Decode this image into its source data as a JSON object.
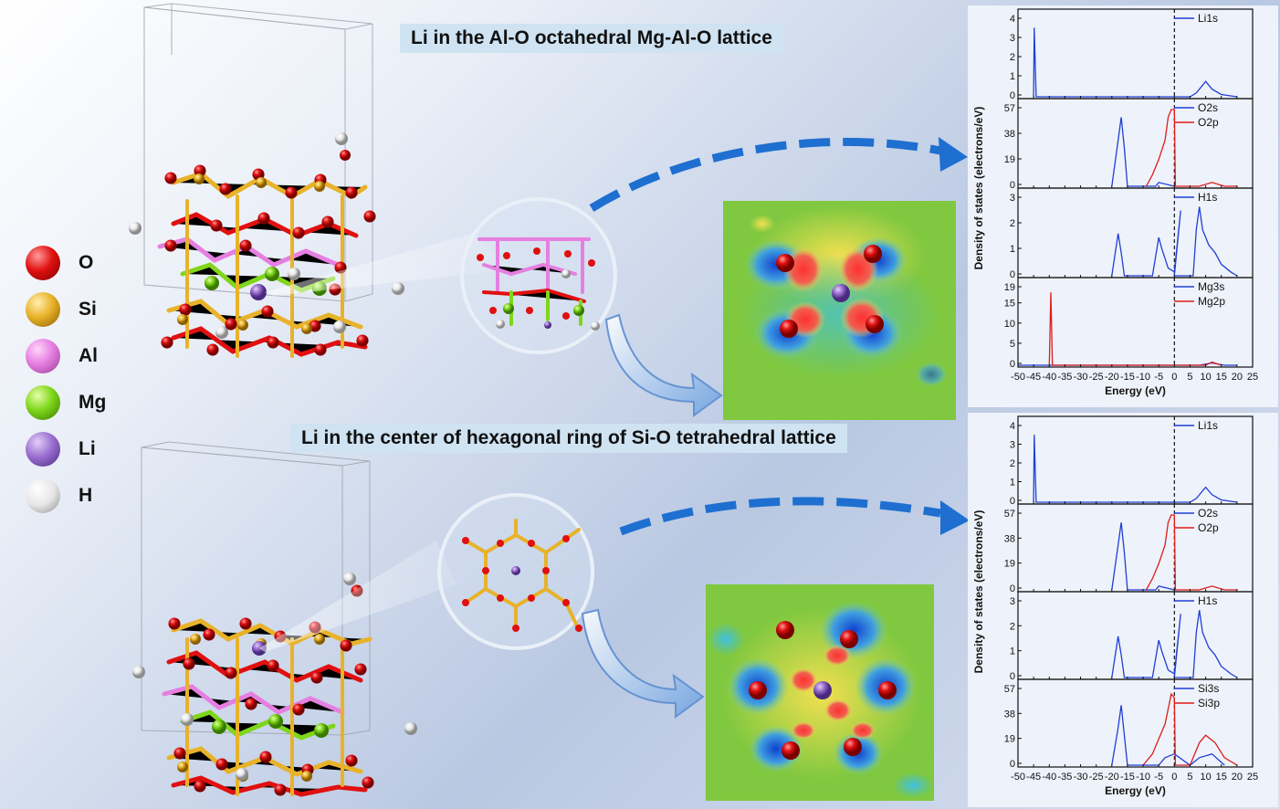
{
  "titles": {
    "top": "Li in the Al-O octahedral Mg-Al-O lattice",
    "bottom": "Li in the center of hexagonal ring of Si-O tetrahedral lattice"
  },
  "legend": [
    {
      "label": "O",
      "color": "#e01010"
    },
    {
      "label": "Si",
      "color": "#e8b22a"
    },
    {
      "label": "Al",
      "color": "#e57fe0"
    },
    {
      "label": "Mg",
      "color": "#7fd61a"
    },
    {
      "label": "Li",
      "color": "#9b6fd0"
    },
    {
      "label": "H",
      "color": "#f2f2f2"
    }
  ],
  "dos_axes": {
    "xlabel": "Energy (eV)",
    "ylabel": "Density of states (electrons/eV)",
    "xticks": [
      "-50",
      "-45",
      "-40",
      "-35",
      "-30",
      "-25",
      "-20",
      "-15",
      "-10",
      "-5",
      "0",
      "5",
      "10",
      "15",
      "20",
      "25"
    ]
  },
  "dos_top": [
    {
      "yticks": [
        "0",
        "1",
        "2",
        "3",
        "4"
      ],
      "legend": [
        {
          "name": "Li1s",
          "color": "#1f3fd6"
        }
      ]
    },
    {
      "yticks": [
        "0",
        "19",
        "38",
        "57"
      ],
      "legend": [
        {
          "name": "O2s",
          "color": "#1f3fd6"
        },
        {
          "name": "O2p",
          "color": "#e01b1b"
        }
      ]
    },
    {
      "yticks": [
        "0",
        "1",
        "2",
        "3"
      ],
      "legend": [
        {
          "name": "H1s",
          "color": "#1f3fd6"
        }
      ]
    },
    {
      "yticks": [
        "0",
        "5",
        "10",
        "15",
        "19"
      ],
      "legend": [
        {
          "name": "Mg3s",
          "color": "#1f3fd6"
        },
        {
          "name": "Mg2p",
          "color": "#e01b1b"
        }
      ]
    }
  ],
  "dos_bottom": [
    {
      "yticks": [
        "0",
        "1",
        "2",
        "3",
        "4"
      ],
      "legend": [
        {
          "name": "Li1s",
          "color": "#1f3fd6"
        }
      ]
    },
    {
      "yticks": [
        "0",
        "19",
        "38",
        "57"
      ],
      "legend": [
        {
          "name": "O2s",
          "color": "#1f3fd6"
        },
        {
          "name": "O2p",
          "color": "#e01b1b"
        }
      ]
    },
    {
      "yticks": [
        "0",
        "1",
        "2",
        "3"
      ],
      "legend": [
        {
          "name": "H1s",
          "color": "#1f3fd6"
        }
      ]
    },
    {
      "yticks": [
        "0",
        "19",
        "38",
        "57"
      ],
      "legend": [
        {
          "name": "Si3s",
          "color": "#1f3fd6"
        },
        {
          "name": "Si3p",
          "color": "#e01b1b"
        }
      ]
    }
  ]
}
